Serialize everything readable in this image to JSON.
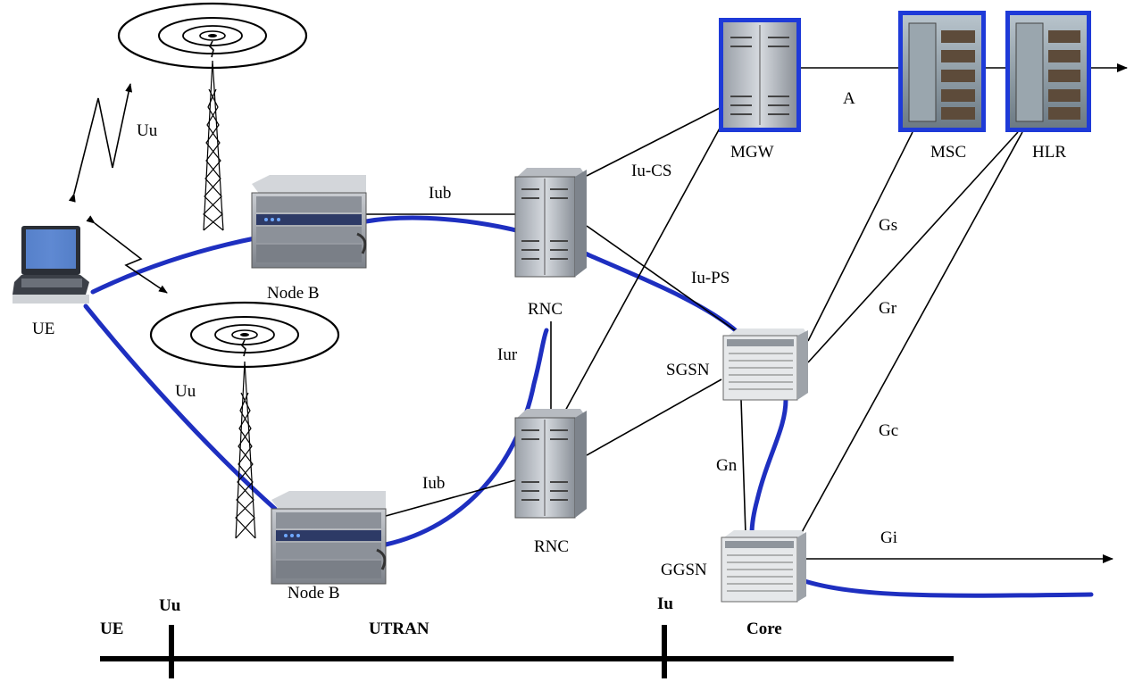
{
  "nodes": {
    "ue": "UE",
    "node_b_top": "Node B",
    "node_b_bottom": "Node B",
    "rnc_top": "RNC",
    "rnc_bottom": "RNC",
    "mgw": "MGW",
    "msc": "MSC",
    "hlr": "HLR",
    "sgsn": "SGSN",
    "ggsn": "GGSN"
  },
  "interfaces": {
    "uu_air_top": "Uu",
    "uu_air_bottom": "Uu",
    "iub_top": "Iub",
    "iub_bottom": "Iub",
    "iur": "Iur",
    "iu_cs": "Iu-CS",
    "iu_ps": "Iu-PS",
    "a": "A",
    "gs": "Gs",
    "gr": "Gr",
    "gc": "Gc",
    "gn": "Gn",
    "gi": "Gi"
  },
  "domains": {
    "ue": "UE",
    "uu": "Uu",
    "utran": "UTRAN",
    "iu": "Iu",
    "core": "Core"
  },
  "colors": {
    "blue_link": "#1e2fc0",
    "frame_blue": "#1e3ad8"
  }
}
